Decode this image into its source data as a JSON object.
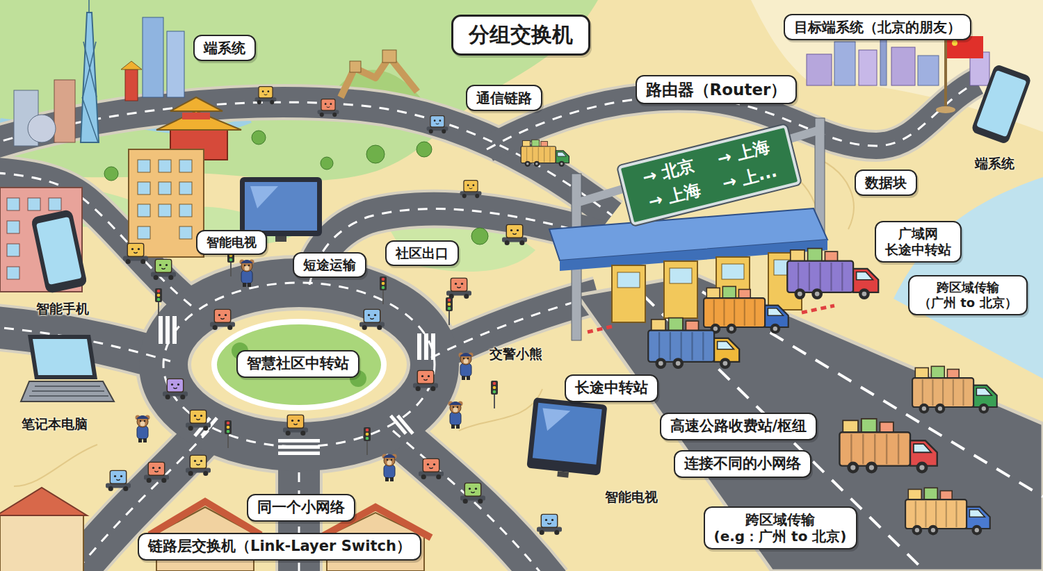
{
  "diagram": {
    "title": "分组交换机",
    "nodes": [
      {
        "text": [
          "端系统"
        ]
      },
      {
        "text": [
          "目标端系统（北京的朋友）"
        ]
      },
      {
        "text": [
          "通信链路"
        ]
      },
      {
        "text": [
          "路由器（Router）"
        ]
      },
      {
        "text": [
          "→ 北京",
          "→ 上海",
          "→ 上海",
          "→ 上..."
        ]
      },
      {
        "text": [
          "数据块"
        ]
      },
      {
        "text": [
          "广域网 长途中转站"
        ]
      },
      {
        "text": [
          "智能电视"
        ]
      },
      {
        "text": [
          "社区出口"
        ]
      },
      {
        "text": [
          "短途运输"
        ]
      },
      {
        "text": [
          "跨区域传输",
          "（广州 to 北京）"
        ]
      },
      {
        "text": [
          "智慧社区中转站"
        ]
      },
      {
        "text": [
          "长途中转站"
        ]
      },
      {
        "text": [
          "高速公路收费站/枢纽"
        ]
      },
      {
        "text": [
          "连接不同的小网络"
        ]
      },
      {
        "text": [
          "同一个小网络"
        ]
      },
      {
        "text": [
          "跨区域传输",
          "(e.g：广州 to 北京)"
        ]
      },
      {
        "text": [
          "链路层交换机（Link-Layer Switch）"
        ]
      }
    ],
    "labels": [
      "端系统",
      "智能手机",
      "交警小熊",
      "笔记本电脑",
      "智能电视"
    ]
  }
}
